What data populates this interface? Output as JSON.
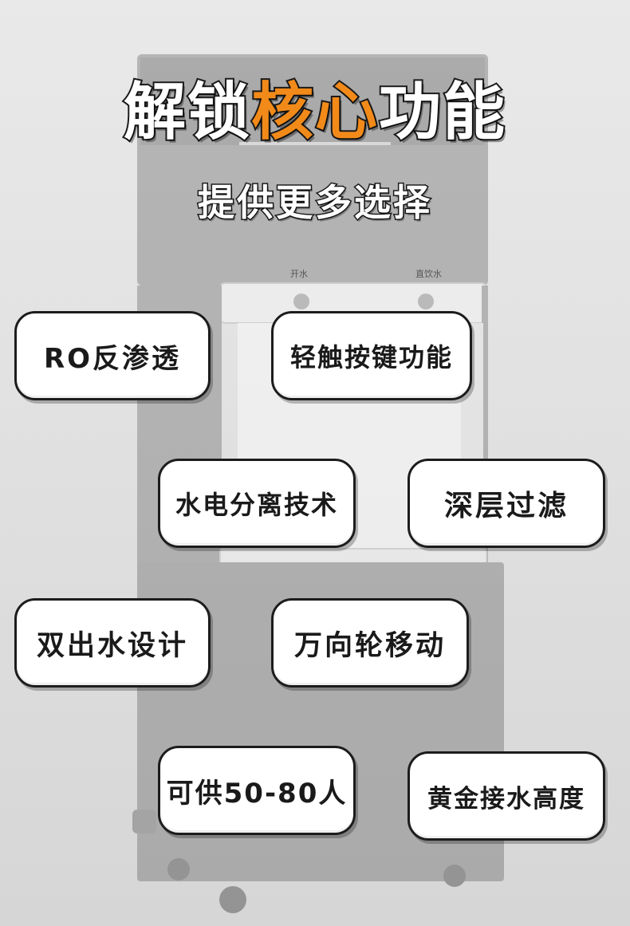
{
  "headline": {
    "part1": "解锁",
    "accent": "核心",
    "part2": "功能"
  },
  "subheadline": "提供更多选择",
  "panel": {
    "label_left": "开水",
    "label_right": "直饮水"
  },
  "colors": {
    "accent": "#f28a1a",
    "outline": "#1a1a1a",
    "card": "#ffffff"
  },
  "features": [
    "RO反渗透",
    "轻触按键功能",
    "水电分离技术",
    "深层过滤",
    "双出水设计",
    "万向轮移动",
    "可供50-80人",
    "黄金接水高度"
  ]
}
